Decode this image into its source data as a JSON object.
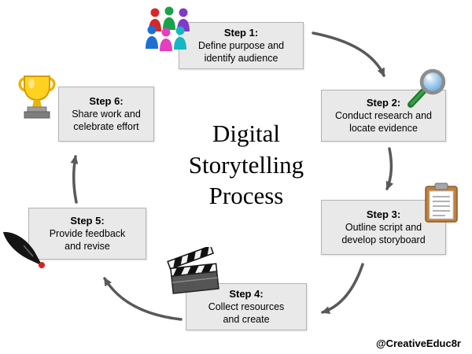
{
  "title": {
    "lines": [
      "Digital",
      "Storytelling",
      "Process"
    ]
  },
  "steps": [
    {
      "label": "Step 1:",
      "text": "Define purpose and\nidentify audience",
      "icon": "people-group-icon"
    },
    {
      "label": "Step 2:",
      "text": "Conduct research and\nlocate evidence",
      "icon": "magnifying-glass-icon"
    },
    {
      "label": "Step 3:",
      "text": "Outline script and\ndevelop storyboard",
      "icon": "clipboard-icon"
    },
    {
      "label": "Step 4:",
      "text": "Collect resources\nand create",
      "icon": "clapperboard-icon"
    },
    {
      "label": "Step 5:",
      "text": "Provide feedback\nand revise",
      "icon": "pen-icon"
    },
    {
      "label": "Step 6:",
      "text": "Share work and\ncelebrate effort",
      "icon": "trophy-icon"
    }
  ],
  "attribution": "@CreativeEduc8r",
  "colors": {
    "background": "#ffffff",
    "box_fill": "#e9e9e9",
    "box_border": "#b3b3b3",
    "arrow": "#595959",
    "text": "#000000",
    "trophy_gold": "#ffd21f",
    "magnifier_handle_green": "#1f7a2e",
    "pen_tip_red": "#d62020"
  }
}
